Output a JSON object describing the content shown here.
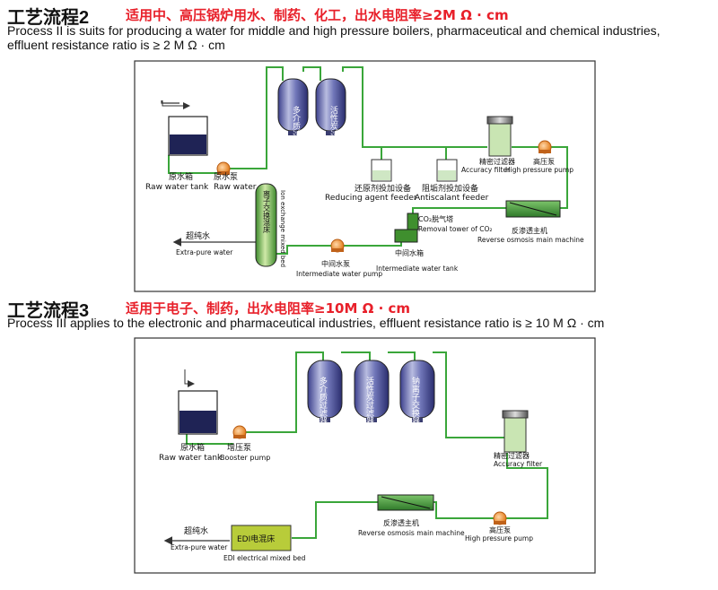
{
  "process2": {
    "title_cn": "工艺流程",
    "title_num": "2",
    "subtitle_cn": "适用中、高压锅炉用水、制药、化工，出水电阻率≥2M Ω · cm",
    "desc_line1": "Process II is suits for producing a water for middle and high pressure boilers, pharmaceutical and chemical industries,",
    "desc_line2": "effluent resistance ratio is ≥ 2 M Ω  · cm",
    "filter1_label": "多介质过滤器",
    "filter2_label": "活性炭过滤器",
    "raw_tank_cn": "原水箱",
    "raw_tank_en": "Raw water tank",
    "raw_pump_cn": "原水泵",
    "raw_pump_en": "Raw water",
    "reducing_cn": "还原剂投加设备",
    "reducing_en": "Reducing agent feeder",
    "antiscalant_cn": "阻垢剂投加设备",
    "antiscalant_en": "Antiscalant feeder",
    "accuracy_cn": "精密过滤器",
    "accuracy_en": "Accuracy filter",
    "hp_pump_cn": "高压泵",
    "hp_pump_en": "High pressure pump",
    "co2_cn": "CO₂脱气塔",
    "co2_en": "Removal tower of CO₂",
    "ro_cn": "反渗透主机",
    "ro_en": "Reverse osmosis main machine",
    "mixbed_cn": "离子交换混床",
    "mixbed_en": "Ion exchange mixed bed",
    "inter_tank_cn": "中间水箱",
    "inter_tank_en": "Intermediate water tank",
    "inter_pump_cn": "中间水泵",
    "inter_pump_en": "Intermediate water pump",
    "pure_cn": "超纯水",
    "pure_en": "Extra-pure water"
  },
  "process3": {
    "title_cn": "工艺流程",
    "title_num": "3",
    "subtitle_cn": "适用于电子、制药，出水电阻率≥10M Ω · cm",
    "desc_line1": "Process III  applies to the electronic and pharmaceutical industries, effluent resistance ratio is ≥ 10 M Ω  · cm",
    "filter1_label": "多介质过滤器",
    "filter2_label": "活性炭过滤器",
    "filter3_label": "钠离子交换器",
    "raw_tank_cn": "原水箱",
    "raw_tank_en": "Raw water tank",
    "booster_cn": "增压泵",
    "booster_en": "Booster pump",
    "accuracy_cn": "精密过滤器",
    "accuracy_en": "Accuracy filter",
    "ro_cn": "反渗透主机",
    "ro_en": "Reverse osmosis main machine",
    "hp_pump_cn": "高压泵",
    "hp_pump_en": "High pressure pump",
    "edi_label": "EDI电混床",
    "edi_en": "EDI electrical mixed bed",
    "pure_cn": "超纯水",
    "pure_en": "Extra-pure water"
  }
}
